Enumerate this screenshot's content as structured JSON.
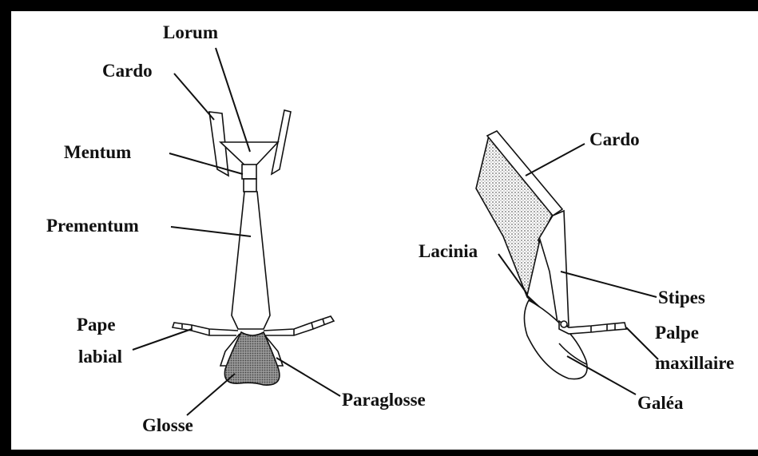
{
  "labial_labels": {
    "lorum": "Lorum",
    "cardo": "Cardo",
    "mentum": "Mentum",
    "prementum": "Prementum",
    "palpe_labial_line1": "Pape",
    "palpe_labial_line2": "labial",
    "glosse": "Glosse",
    "paraglosse": "Paraglosse"
  },
  "maxilla_labels": {
    "cardo": "Cardo",
    "lacinia": "Lacinia",
    "stipes": "Stipes",
    "palpe_maxillaire_line1": "Palpe",
    "palpe_maxillaire_line2": "maxillaire",
    "galea": "Galéa"
  },
  "colors": {
    "frame": "#000000",
    "background": "#ffffff",
    "ink": "#111111",
    "stipple": "#bdbdbd"
  }
}
